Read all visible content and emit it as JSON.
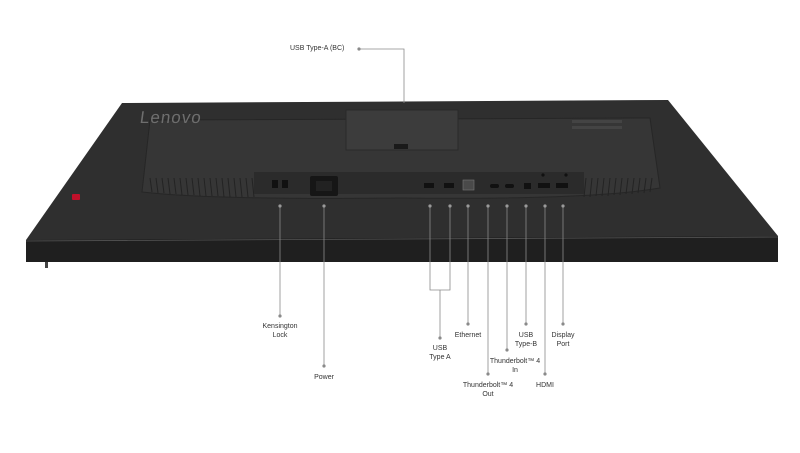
{
  "brand": "Lenovo",
  "colors": {
    "monitor_body": "#2f2f2f",
    "monitor_edge": "#1e1e1e",
    "stand_recess": "#3a3a3a",
    "accent_red": "#c0102a",
    "callout_line": "#8a8a8a"
  },
  "callouts": {
    "usb_a_bc": "USB Type-A (BC)",
    "kensington": [
      "Kensington",
      "Lock"
    ],
    "power": "Power",
    "usb_type_a": [
      "USB",
      "Type A"
    ],
    "ethernet": "Ethernet",
    "tb4_out": [
      "Thunderbolt™ 4",
      "Out"
    ],
    "tb4_in": [
      "Thunderbolt™ 4",
      "In"
    ],
    "usb_type_b": [
      "USB",
      "Type-B"
    ],
    "hdmi": "HDMI",
    "display_port": [
      "Display",
      "Port"
    ]
  }
}
